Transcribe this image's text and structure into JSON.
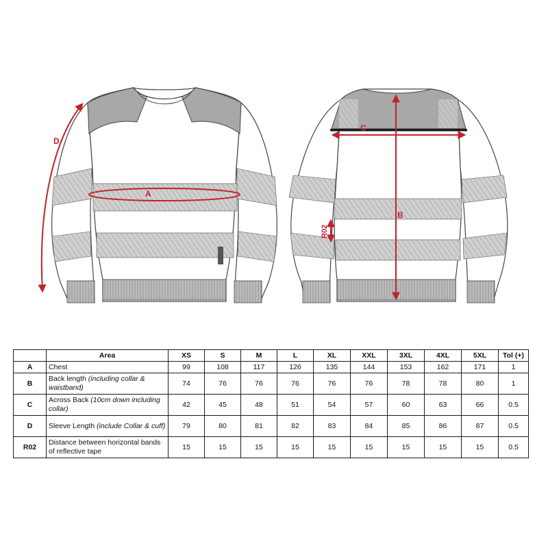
{
  "diagram": {
    "front_labels": {
      "a": "A",
      "d": "D"
    },
    "back_labels": {
      "b": "B",
      "c": "C",
      "r02": "R02"
    },
    "arrow_color": "#c0222c",
    "band_color": "#b9b9b9",
    "yoke_color": "#a8a8a8",
    "outline_color": "#444444"
  },
  "table": {
    "header_area": "Area",
    "sizes": [
      "XS",
      "S",
      "M",
      "L",
      "XL",
      "XXL",
      "3XL",
      "4XL",
      "5XL"
    ],
    "header_tol": "Tol (+)",
    "rows": [
      {
        "code": "A",
        "area": "Chest",
        "note": "",
        "values": [
          "99",
          "108",
          "117",
          "126",
          "135",
          "144",
          "153",
          "162",
          "171"
        ],
        "tol": "1"
      },
      {
        "code": "B",
        "area": "Back length ",
        "note": "(including collar & waistband)",
        "values": [
          "74",
          "76",
          "76",
          "76",
          "76",
          "76",
          "78",
          "78",
          "80"
        ],
        "tol": "1"
      },
      {
        "code": "C",
        "area": "Across Back ",
        "note": "(10cm down including collar)",
        "values": [
          "42",
          "45",
          "48",
          "51",
          "54",
          "57",
          "60",
          "63",
          "66"
        ],
        "tol": "0.5"
      },
      {
        "code": "D",
        "area": "Sleeve Length ",
        "note": "(include Collar & cuff)",
        "values": [
          "79",
          "80",
          "81",
          "82",
          "83",
          "84",
          "85",
          "86",
          "87"
        ],
        "tol": "0.5"
      },
      {
        "code": "R02",
        "area": "Distance between horizontal bands of reflective tape",
        "note": "",
        "values": [
          "15",
          "15",
          "15",
          "15",
          "15",
          "15",
          "15",
          "15",
          "15"
        ],
        "tol": "0.5"
      }
    ]
  }
}
